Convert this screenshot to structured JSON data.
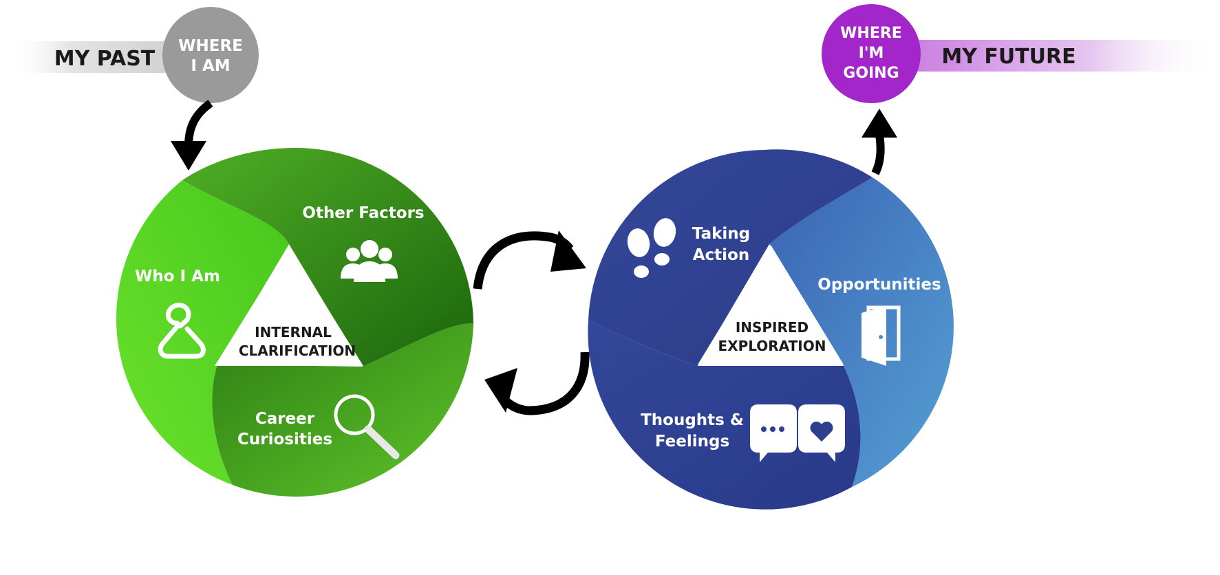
{
  "left_header": {
    "banner": "MY PAST",
    "bubble_line1": "WHERE",
    "bubble_line2": "I AM"
  },
  "right_header": {
    "banner": "MY FUTURE",
    "bubble_line1": "WHERE",
    "bubble_line2": "I'M",
    "bubble_line3": "GOING"
  },
  "left_cycle": {
    "center_line1": "INTERNAL",
    "center_line2": "CLARIFICATION",
    "segments": [
      {
        "label": "Other Factors",
        "icon": "people-group-icon"
      },
      {
        "label": "Who I Am",
        "icon": "hanger-icon"
      },
      {
        "label_line1": "Career",
        "label_line2": "Curiosities",
        "icon": "magnifying-glass-icon"
      }
    ]
  },
  "right_cycle": {
    "center_line1": "INSPIRED",
    "center_line2": "EXPLORATION",
    "segments": [
      {
        "label_line1": "Taking",
        "label_line2": "Action",
        "icon": "footprints-icon"
      },
      {
        "label": "Opportunities",
        "icon": "open-door-icon"
      },
      {
        "label_line1": "Thoughts &",
        "label_line2": "Feelings",
        "icon": "chat-heart-icon"
      }
    ]
  },
  "colors": {
    "green_light": "#5fd02a",
    "green_mid": "#3f9a1c",
    "green_dark": "#1f6e10",
    "blue_dark": "#2e3f8f",
    "blue_mid": "#3450a4",
    "blue_light": "#4b8fc8",
    "gray_bubble": "#9a9a9a",
    "purple_bubble": "#a226c9"
  }
}
